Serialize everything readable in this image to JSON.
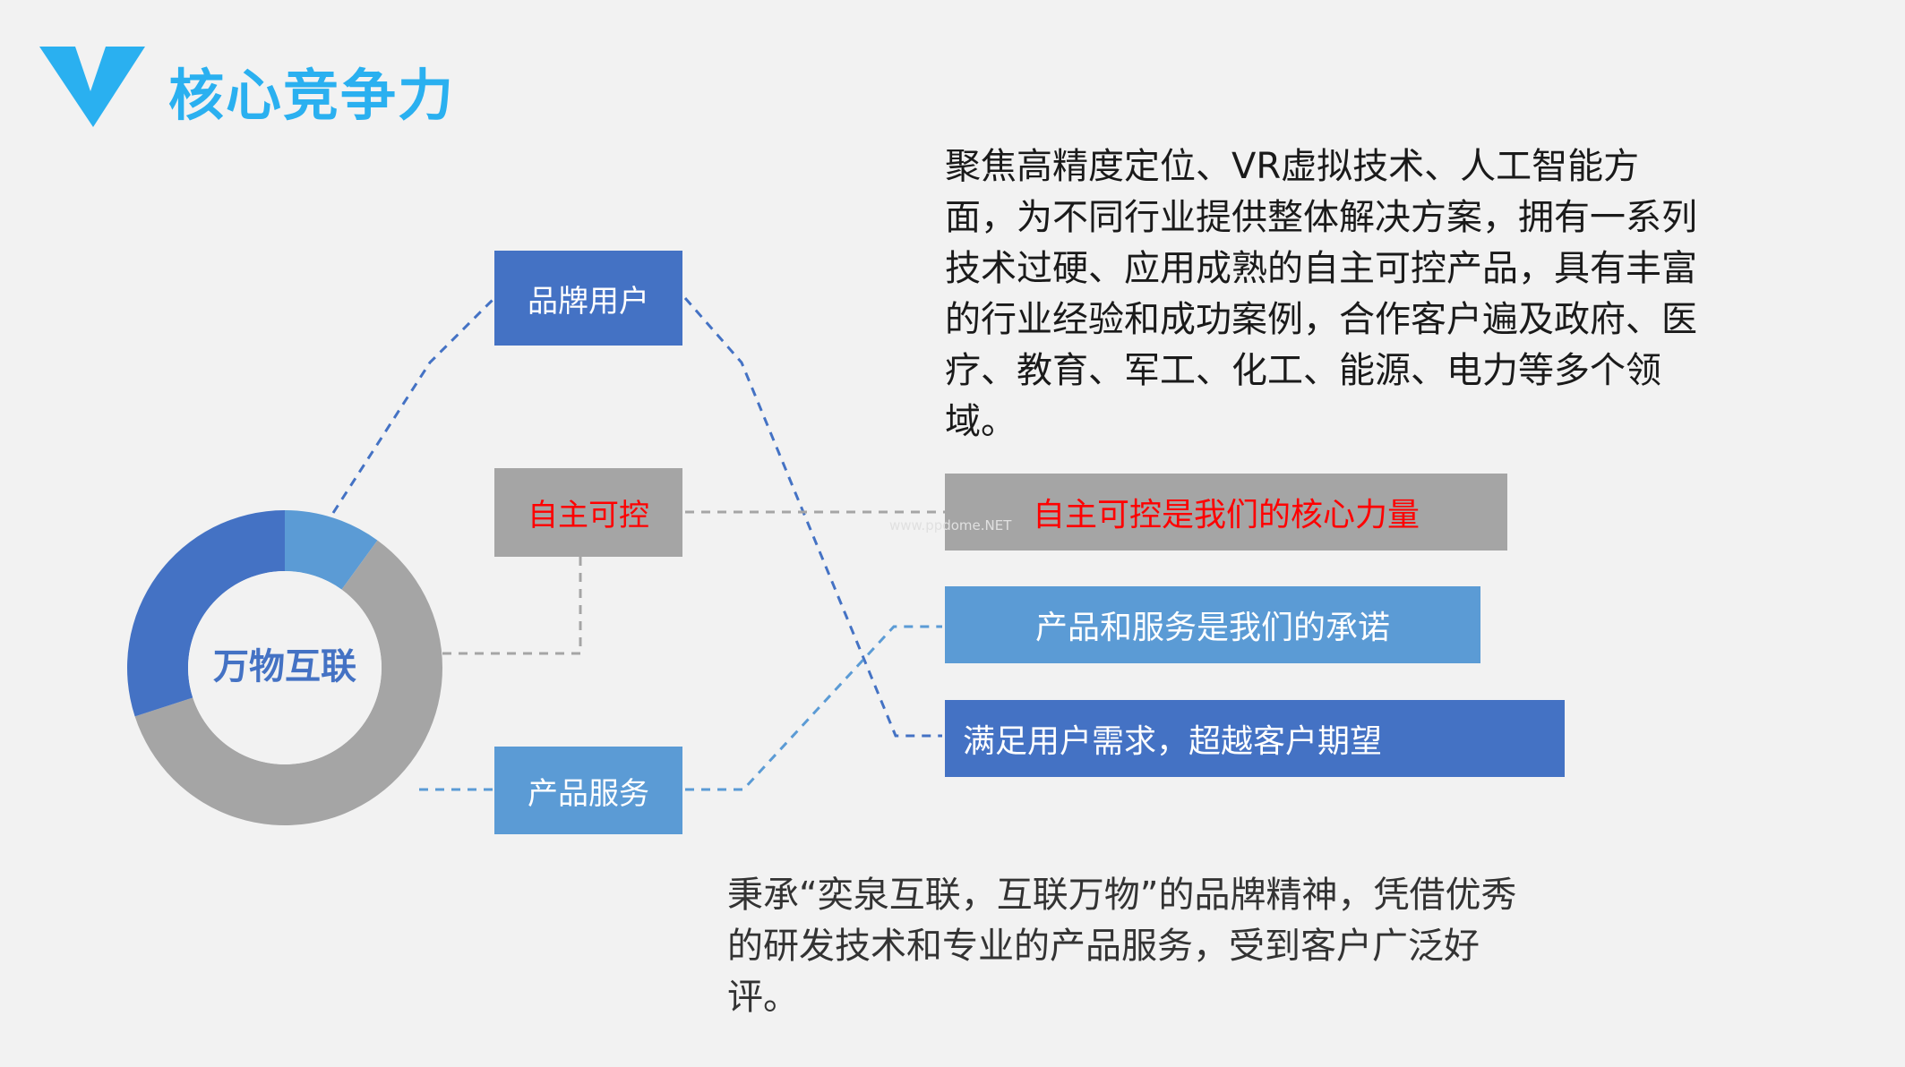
{
  "header": {
    "logo_icon": "v-chevron-logo-icon",
    "title": "核心竞争力"
  },
  "intro_text": "聚焦高精度定位、VR虚拟技术、人工智能方面，为不同行业提供整体解决方案，拥有一系列技术过硬、应用成熟的自主可控产品，具有丰富的行业经验和成功案例，合作客户遍及政府、医疗、教育、军工、化工、能源、电力等多个领域。",
  "diagram": {
    "center": "万物互联",
    "ring_segments": [
      {
        "label": "品牌用户",
        "fraction": 0.1,
        "color": "#5b9bd5"
      },
      {
        "label": "自主可控",
        "fraction": 0.6,
        "color": "#a5a5a5"
      },
      {
        "label": "产品服务",
        "fraction": 0.3,
        "color": "#4472c4"
      }
    ],
    "nodes": {
      "brand_users": "品牌用户",
      "autonomous": "自主可控",
      "product_service": "产品服务"
    },
    "outcomes": {
      "core_power": "自主可控是我们的核心力量",
      "promise": "产品和服务是我们的承诺",
      "exceed": "满足用户需求，超越客户期望"
    },
    "watermark": "www.ppdome.NET"
  },
  "footer_text": "秉承“奕泉互联，互联万物”的品牌精神，凭借优秀的研发技术和专业的产品服务，受到客户广泛好评。",
  "colors": {
    "title": "#2ab0f0",
    "dark_blue": "#4472c4",
    "light_blue": "#5b9bd5",
    "gray": "#a5a5a5",
    "red_text": "#ff0000"
  }
}
